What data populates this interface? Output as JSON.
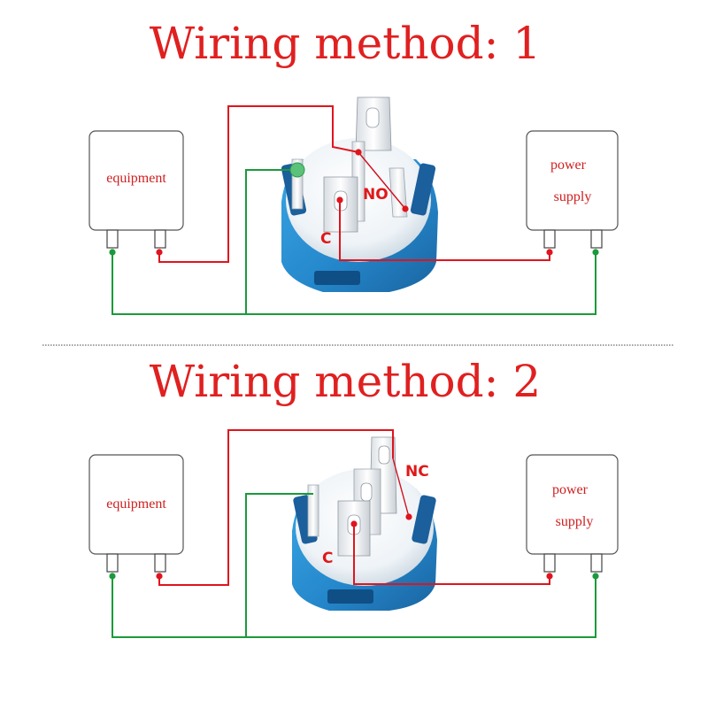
{
  "diagrams": [
    {
      "title": "Wiring method: 1",
      "equipment_label": "equipment",
      "power_label_line1": "power",
      "power_label_line2": "supply",
      "terminal_common": "C",
      "terminal_switch": "NO"
    },
    {
      "title": "Wiring method: 2",
      "equipment_label": "equipment",
      "power_label_line1": "power",
      "power_label_line2": "supply",
      "terminal_common": "C",
      "terminal_switch": "NC"
    }
  ],
  "colors": {
    "wire_positive": "#e0141e",
    "wire_negative": "#1a9a3a",
    "switch_body": "#2a8fd0",
    "switch_body_dark": "#1c6aa8",
    "label_red": "#e02020"
  }
}
